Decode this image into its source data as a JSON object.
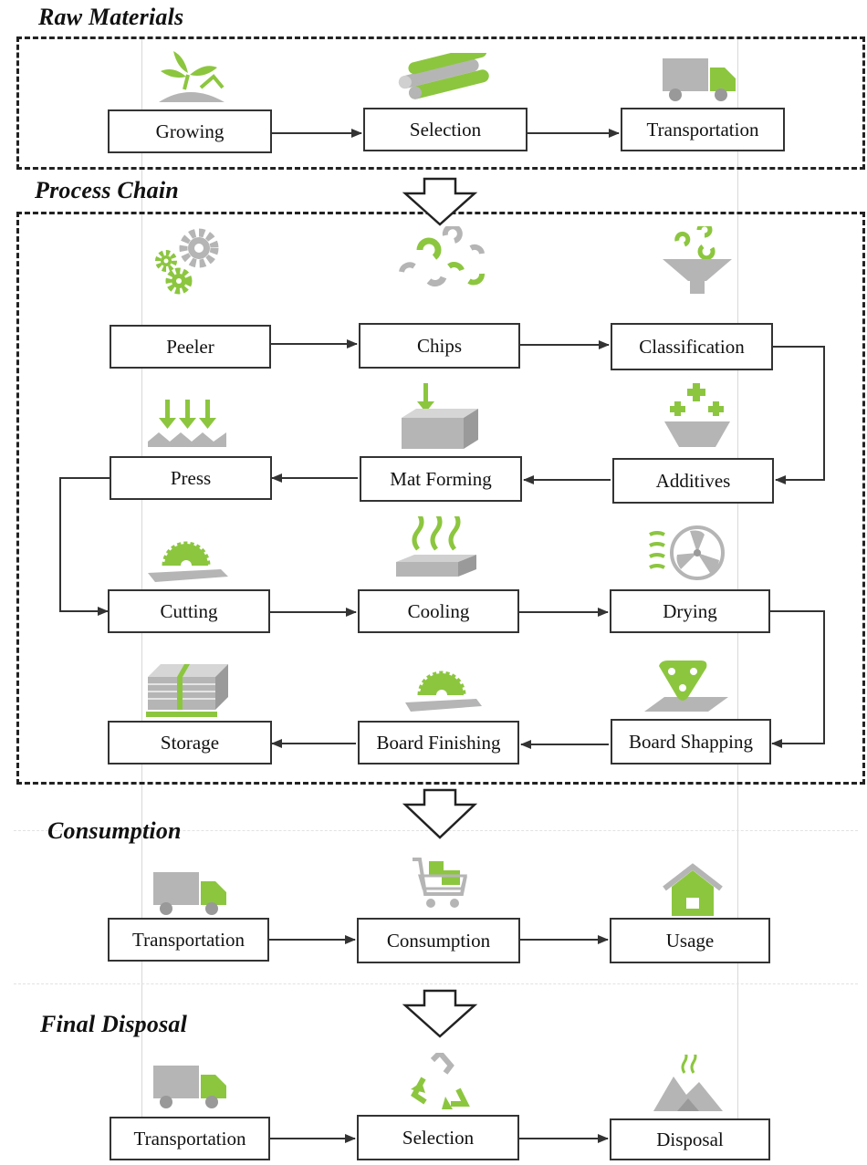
{
  "sections": {
    "raw_materials": "Raw Materials",
    "process_chain": "Process Chain",
    "consumption": "Consumption",
    "final_disposal": "Final Disposal"
  },
  "steps": {
    "growing": "Growing",
    "selection_raw": "Selection",
    "transportation_raw": "Transportation",
    "peeler": "Peeler",
    "chips": "Chips",
    "classification": "Classification",
    "press": "Press",
    "mat_forming": "Mat Forming",
    "additives": "Additives",
    "cutting": "Cutting",
    "cooling": "Cooling",
    "drying": "Drying",
    "storage": "Storage",
    "board_finishing": "Board Finishing",
    "board_shapping": "Board Shapping",
    "transportation_consumption": "Transportation",
    "consumption": "Consumption",
    "usage": "Usage",
    "transportation_disposal": "Transportation",
    "selection_disposal": "Selection",
    "disposal": "Disposal"
  },
  "colors": {
    "accent_green": "#8cc63f",
    "icon_gray": "#b5b5b5",
    "line": "#333333"
  }
}
